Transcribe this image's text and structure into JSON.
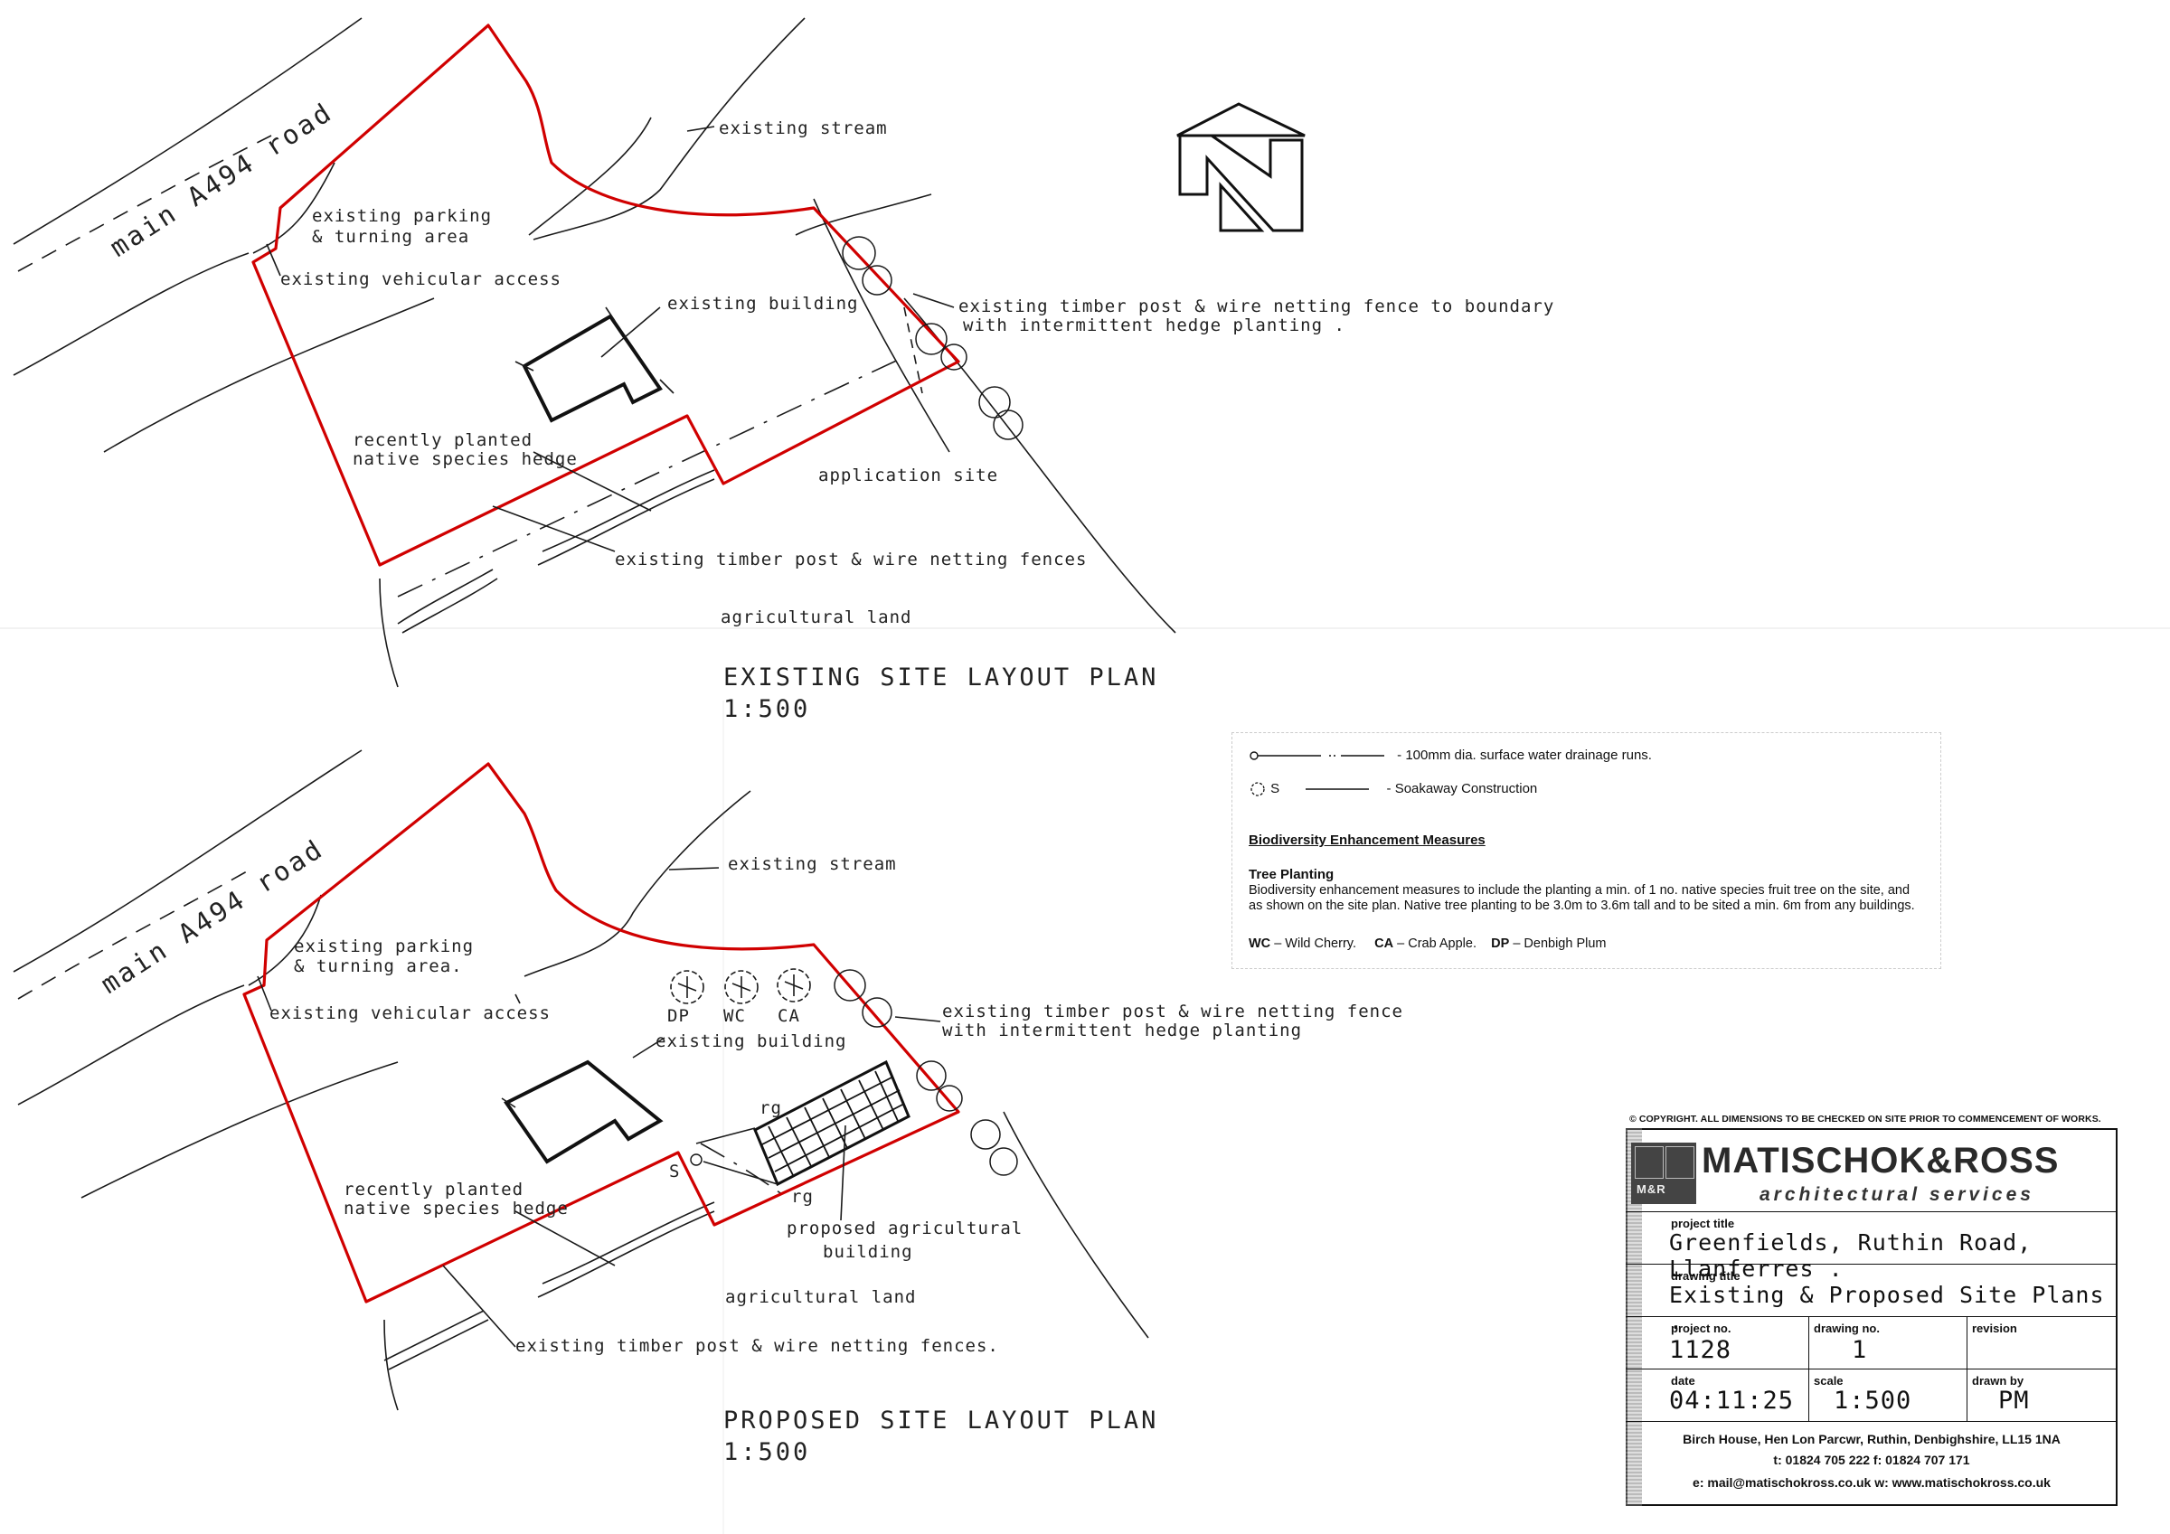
{
  "existing_plan": {
    "title": "EXISTING SITE LAYOUT PLAN",
    "scale": "1:500",
    "labels": {
      "road": "main A494 road",
      "stream": "existing stream",
      "parking_1": "existing parking",
      "parking_2": "& turning area",
      "access": "existing vehicular access",
      "building": "existing building",
      "fence_boundary_1": "existing timber post & wire netting fence to boundary",
      "fence_boundary_2": "with intermittent hedge planting .",
      "hedge_1": "recently planted",
      "hedge_2": "native species hedge",
      "application_site": "application site",
      "fences": "existing timber post & wire netting fences",
      "agricultural": "agricultural land"
    }
  },
  "proposed_plan": {
    "title": "PROPOSED SITE LAYOUT PLAN",
    "scale": "1:500",
    "labels": {
      "road": "main A494 road",
      "stream": "existing stream",
      "parking_1": "existing parking",
      "parking_2": "& turning area.",
      "access": "existing vehicular access",
      "building": "existing building",
      "tree_dp": "DP",
      "tree_wc": "WC",
      "tree_ca": "CA",
      "fence_boundary_1": "existing timber post & wire netting fence",
      "fence_boundary_2": "with intermittent hedge planting",
      "hedge_1": "recently planted",
      "hedge_2": "native species hedge",
      "proposed_1": "proposed agricultural",
      "proposed_2": "building",
      "rg_1": "rg",
      "rg_2": "rg",
      "soakaway_mark": "S",
      "agricultural": "agricultural land",
      "fences": "existing timber post & wire netting fences."
    }
  },
  "legend": {
    "drainage": "- 100mm dia. surface water drainage runs.",
    "soakaway_symbol": "S",
    "soakaway": "- Soakaway Construction",
    "heading": "Biodiversity Enhancement Measures",
    "subheading": "Tree Planting",
    "paragraph": "Biodiversity enhancement measures to include the planting a min. of 1 no. native species fruit tree on the site, and as shown on the site plan. Native tree planting to be 3.0m to 3.6m tall and to be sited a min. 6m from any buildings.",
    "wc_code": "WC",
    "wc_name": "– Wild Cherry.",
    "ca_code": "CA",
    "ca_name": "– Crab Apple.",
    "dp_code": "DP",
    "dp_name": "– Denbigh Plum"
  },
  "title_block": {
    "copyright": "© COPYRIGHT. ALL DIMENSIONS TO BE CHECKED ON SITE PRIOR TO COMMENCEMENT OF WORKS.",
    "logo_text": "M&R",
    "brand": "MATISCHOK&ROSS",
    "tagline": "architectural services",
    "project_title_label": "project title",
    "project_title": "Greenfields, Ruthin Road, Llanferres .",
    "drawing_title_label": "drawing title",
    "drawing_title": "Existing & Proposed Site Plans .",
    "project_no_label": "project no.",
    "project_no": "1128",
    "drawing_no_label": "drawing no.",
    "drawing_no": "1",
    "revision_label": "revision",
    "revision": "",
    "date_label": "date",
    "date": "04:11:25",
    "scale_label": "scale",
    "scale": "1:500",
    "drawn_by_label": "drawn by",
    "drawn_by": "PM",
    "address": "Birch House, Hen Lon Parcwr, Ruthin, Denbighshire, LL15 1NA",
    "phone": "t: 01824 705 222  f: 01824 707 171",
    "email": "e: mail@matischokross.co.uk   w: www.matischokross.co.uk"
  },
  "colors": {
    "boundary": "#d00000",
    "ink": "#1a1a1a"
  }
}
